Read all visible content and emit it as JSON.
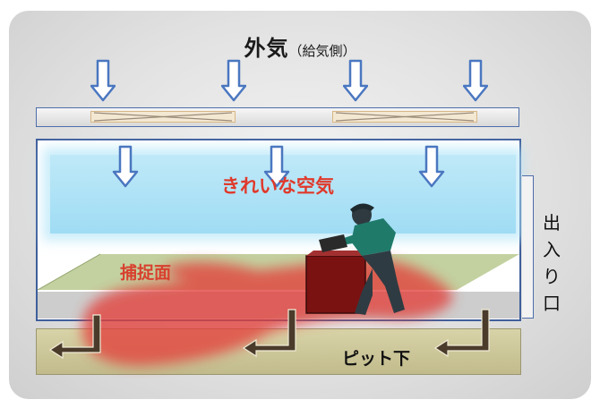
{
  "title": {
    "main": "外気",
    "sub": "（給気側）"
  },
  "labels": {
    "clean_air": "きれいな空気",
    "capture_surface": "捕捉面",
    "pit": "ピット下",
    "entrance_chars": [
      "出",
      "入",
      "り",
      "口"
    ]
  },
  "colors": {
    "arrow_outline": "#4a77c0",
    "room_border": "#3f5f9c",
    "clean_air": "#a8e0f5",
    "capture_plane": "#b9c98f",
    "contaminant": "#e2403a",
    "pit": "#cdc79a",
    "exhaust_arrow": "#4a3b2b",
    "text_red": "#e0392b"
  },
  "icons": {
    "supply_arrow": "down-arrow-outline-icon",
    "exhaust_arrow": "bent-arrow-icon",
    "worker": "worker-figure-icon",
    "vent": "filter-vent-icon"
  }
}
